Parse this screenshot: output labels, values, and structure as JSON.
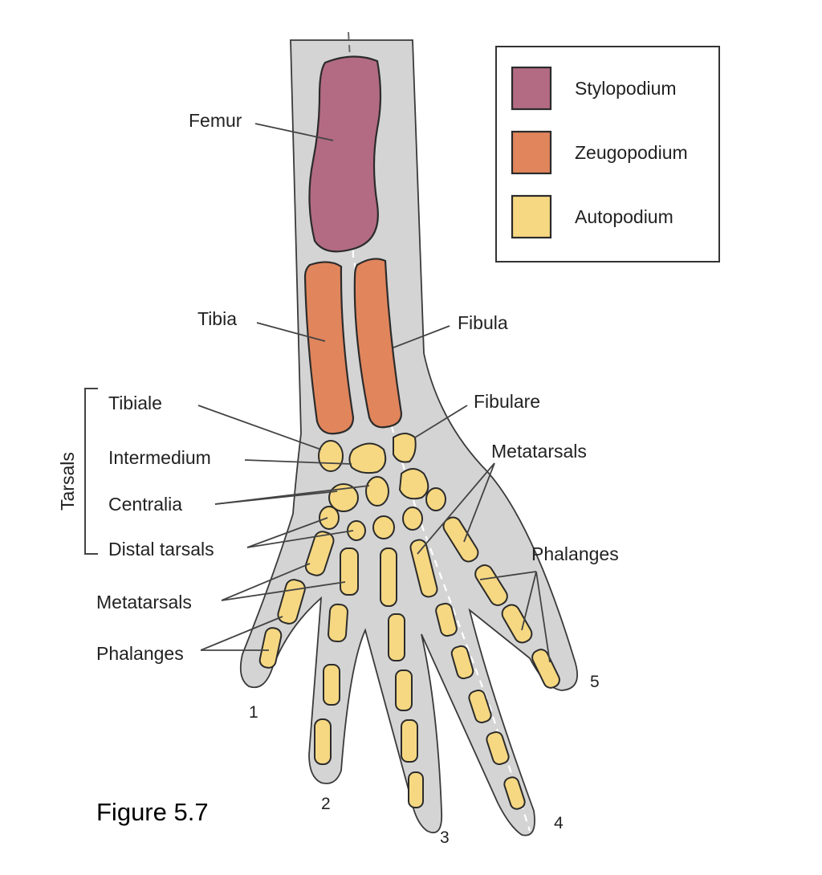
{
  "figure_caption": "Figure 5.7",
  "legend": {
    "items": [
      {
        "label": "Stylopodium",
        "color": "#b26b82"
      },
      {
        "label": "Zeugopodium",
        "color": "#e1855c"
      },
      {
        "label": "Autopodium",
        "color": "#f6d882"
      }
    ]
  },
  "labels": {
    "femur": "Femur",
    "tibia": "Tibia",
    "fibula": "Fibula",
    "tibiale": "Tibiale",
    "fibulare": "Fibulare",
    "intermedium": "Intermedium",
    "centralia": "Centralia",
    "distal_tarsals": "Distal tarsals",
    "tarsals_group": "Tarsals",
    "metatarsals_left": "Metatarsals",
    "metatarsals_right": "Metatarsals",
    "phalanges_left": "Phalanges",
    "phalanges_right": "Phalanges"
  },
  "digits": [
    "1",
    "2",
    "3",
    "4",
    "5"
  ]
}
